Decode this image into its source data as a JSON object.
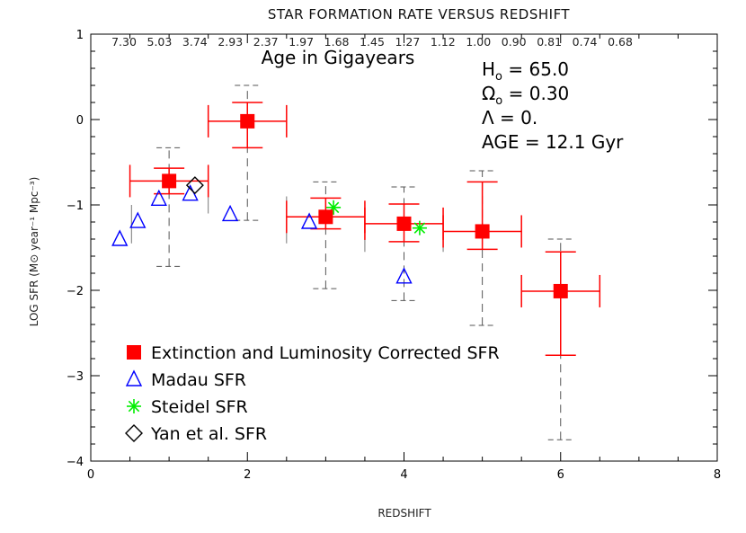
{
  "chart_data": {
    "type": "scatter",
    "title": "STAR FORMATION RATE VERSUS REDSHIFT",
    "xlabel": "REDSHIFT",
    "ylabel": "LOG SFR (M⊙ year⁻¹ Mpc⁻³)",
    "xlim": [
      0,
      8
    ],
    "ylim": [
      -4,
      1
    ],
    "x_ticks": [
      "0",
      "2",
      "4",
      "6",
      "8"
    ],
    "y_ticks": [
      "1",
      "0",
      "−1",
      "−2",
      "−3",
      "−4"
    ],
    "top_axis": {
      "label": "Age in Gigayears",
      "ticks": [
        "7.30",
        "5.03",
        "3.74",
        "2.93",
        "2.37",
        "1.97",
        "1.68",
        "1.45",
        "1.27",
        "1.12",
        "1.00",
        "0.90",
        "0.81",
        "0.74",
        "0.68"
      ]
    },
    "grid": false,
    "legend_position": "lower-left",
    "parameters": [
      {
        "label": "H",
        "sub": "o",
        "value": "= 65.0"
      },
      {
        "label": "Ω",
        "sub": "o",
        "value": "= 0.30"
      },
      {
        "label": "Λ",
        "sub": "",
        "value": "=   0."
      },
      {
        "label": "AGE",
        "sub": "",
        "value": "= 12.1 Gyr"
      }
    ],
    "series": [
      {
        "name": "Extinction and Luminosity Corrected SFR",
        "marker": "filled-square",
        "color": "#ff0000",
        "points": [
          {
            "x": 1.0,
            "y": -0.72,
            "xerr": [
              0.5,
              1.5
            ],
            "yerr": [
              -0.87,
              -0.57
            ],
            "dashed": [
              -1.72,
              -0.33
            ]
          },
          {
            "x": 2.0,
            "y": -0.02,
            "xerr": [
              1.5,
              2.5
            ],
            "yerr": [
              -0.33,
              0.2
            ],
            "dashed": [
              -1.18,
              0.4
            ]
          },
          {
            "x": 3.0,
            "y": -1.14,
            "xerr": [
              2.5,
              3.5
            ],
            "yerr": [
              -1.28,
              -0.92
            ],
            "dashed": [
              -1.98,
              -0.73
            ]
          },
          {
            "x": 4.0,
            "y": -1.22,
            "xerr": [
              3.5,
              4.5
            ],
            "yerr": [
              -1.43,
              -0.99
            ],
            "dashed": [
              -2.12,
              -0.79
            ]
          },
          {
            "x": 5.0,
            "y": -1.31,
            "xerr": [
              4.5,
              5.5
            ],
            "yerr": [
              -1.52,
              -0.73
            ],
            "dashed": [
              -2.41,
              -0.6
            ]
          },
          {
            "x": 6.0,
            "y": -2.01,
            "xerr": [
              5.5,
              6.5
            ],
            "yerr": [
              -2.76,
              -1.55
            ],
            "dashed": [
              -3.75,
              -1.4
            ]
          }
        ]
      },
      {
        "name": "Madau SFR",
        "marker": "open-triangle",
        "color": "#0000ff",
        "points": [
          {
            "x": 0.37,
            "y": -1.4
          },
          {
            "x": 0.6,
            "y": -1.19
          },
          {
            "x": 0.87,
            "y": -0.93
          },
          {
            "x": 1.27,
            "y": -0.87
          },
          {
            "x": 1.78,
            "y": -1.11
          },
          {
            "x": 2.79,
            "y": -1.2
          },
          {
            "x": 4.0,
            "y": -1.84
          }
        ]
      },
      {
        "name": "Steidel SFR",
        "marker": "asterisk",
        "color": "#00ee00",
        "points": [
          {
            "x": 3.1,
            "y": -1.03
          },
          {
            "x": 4.2,
            "y": -1.27
          }
        ]
      },
      {
        "name": "Yan et al. SFR",
        "marker": "open-diamond",
        "color": "#000000",
        "points": [
          {
            "x": 1.33,
            "y": -0.77
          }
        ]
      }
    ],
    "extra_vertical_bars": [
      {
        "x": 0.52,
        "y": [
          -1.45,
          -1.0
        ]
      },
      {
        "x": 1.5,
        "y": [
          -1.1,
          -0.65
        ]
      },
      {
        "x": 2.5,
        "y": [
          -1.45,
          -0.9
        ]
      },
      {
        "x": 3.5,
        "y": [
          -1.55,
          -1.1
        ]
      },
      {
        "x": 4.5,
        "y": [
          -1.55,
          -1.1
        ]
      }
    ]
  },
  "labels": {
    "title": "STAR FORMATION RATE VERSUS REDSHIFT",
    "xlabel": "REDSHIFT",
    "ylabel": "LOG SFR (M⊙ year⁻¹ Mpc⁻³)",
    "age_label": "Age in Gigayears"
  }
}
